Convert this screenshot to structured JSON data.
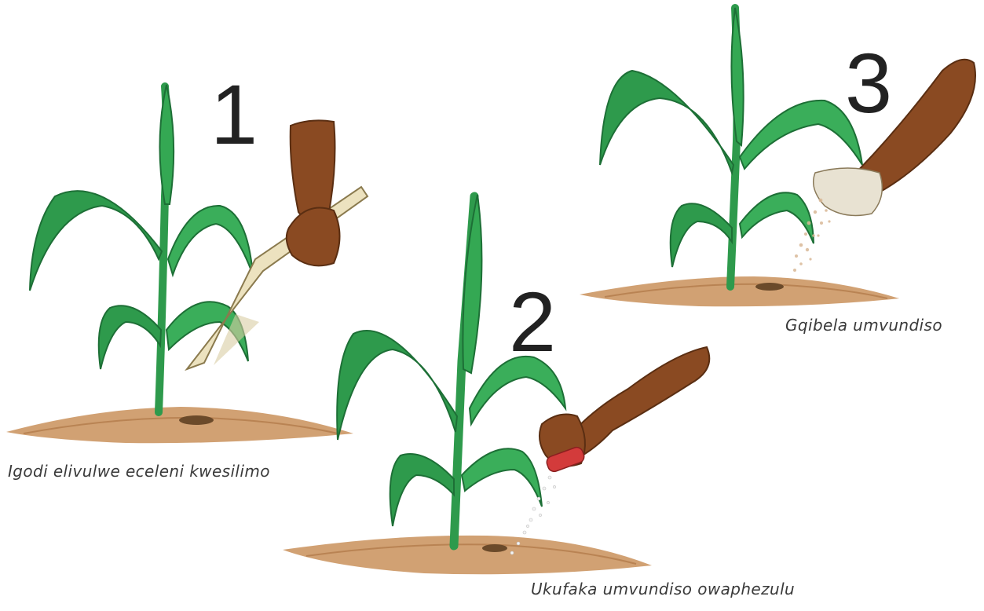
{
  "steps": [
    {
      "number": "1",
      "caption": "Igodi elivulwe eceleni kwesilimo"
    },
    {
      "number": "2",
      "caption": "Ukufaka umvundiso owaphezulu"
    },
    {
      "number": "3",
      "caption": "Gqibela umvundiso"
    }
  ],
  "colors": {
    "leaf": "#2e9a4c",
    "leaf_dark": "#1d6f36",
    "soil": "#c9915a",
    "skin": "#8a4a22",
    "stick": "#ece2bf",
    "fertilizer": "#d9b896",
    "shaker_cap": "#d33b3b"
  },
  "icons": [
    "maize-plant",
    "hand-with-stick",
    "hand-pouring-fertilizer",
    "hand-sprinkling-fertilizer"
  ]
}
